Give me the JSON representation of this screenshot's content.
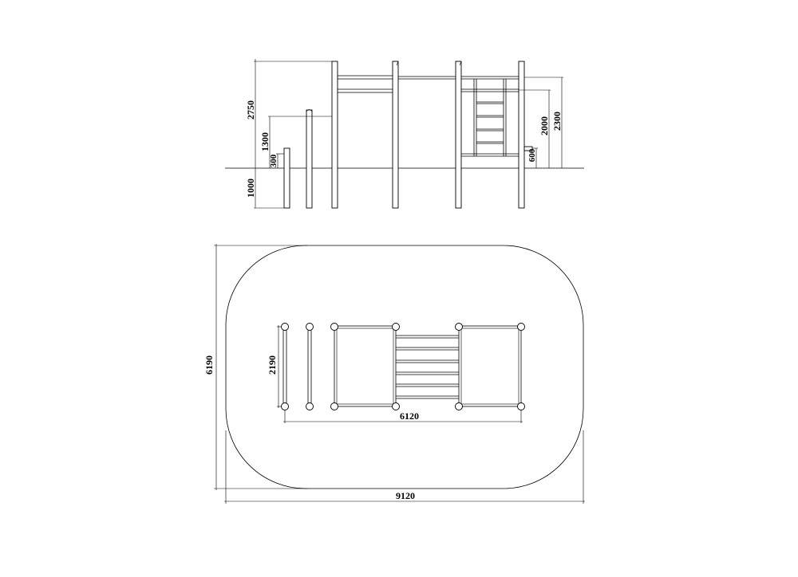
{
  "elevation": {
    "heights": {
      "h2750": "2750",
      "h1300": "1300",
      "h300": "300",
      "h1000": "1000",
      "h2000": "2000",
      "h2300": "2300",
      "h600": "600"
    }
  },
  "plan": {
    "width_inner": "6120",
    "depth_inner": "2190",
    "width_total": "9120",
    "depth_total": "6190"
  }
}
